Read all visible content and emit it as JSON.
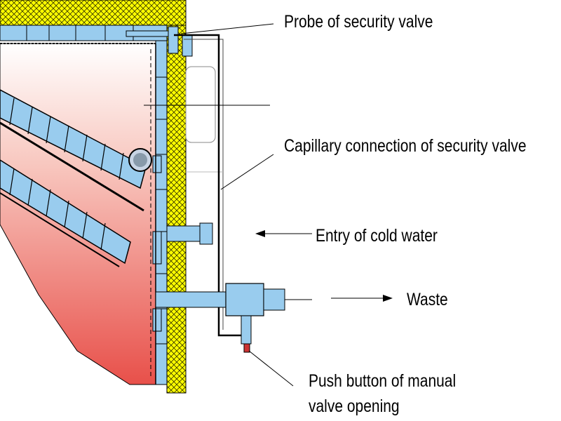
{
  "labels": {
    "probe": "Probe of security valve",
    "capillary": "Capillary connection of security valve",
    "cold_water": "Entry of cold water",
    "waste": "Waste",
    "push_button_line1": "Push button of manual",
    "push_button_line2": "valve opening"
  },
  "colors": {
    "insulation_yellow": "#ffff00",
    "pipe_blue": "#99ccee",
    "tank_red": "#e8504a",
    "tank_light": "#fdeeee",
    "outline": "#000000"
  }
}
